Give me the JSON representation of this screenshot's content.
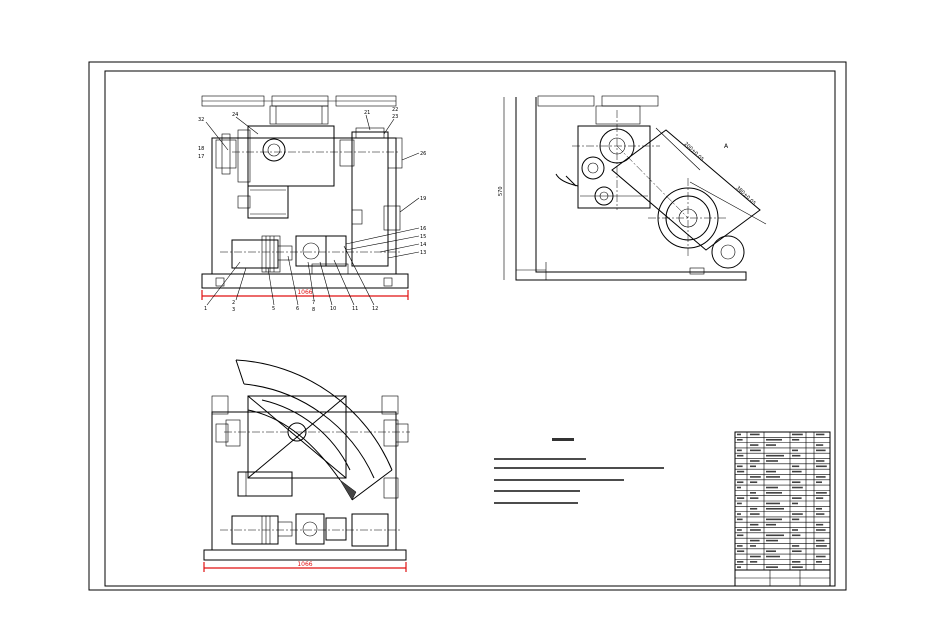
{
  "drawing": {
    "front_view": {
      "balloons_top": [
        "32",
        "24",
        "21",
        "22",
        "23"
      ],
      "balloons_left": [
        "18",
        "17"
      ],
      "balloons_right": [
        "26",
        "19",
        "16",
        "15",
        "14",
        "13"
      ],
      "balloons_bottom": [
        "1",
        "2",
        "3",
        "5",
        "6",
        "7",
        "8",
        "10",
        "11",
        "12"
      ],
      "dimension": "1066"
    },
    "side_view": {
      "dimension_vertical": "570",
      "dimension_a": "200±0.05",
      "dimension_b": "380±0.05",
      "angle_mark": "A"
    },
    "top_view": {
      "dimension": "1066"
    },
    "colors": {
      "line": "#000000",
      "dimension": "#e01010",
      "paper": "#ffffff"
    }
  }
}
